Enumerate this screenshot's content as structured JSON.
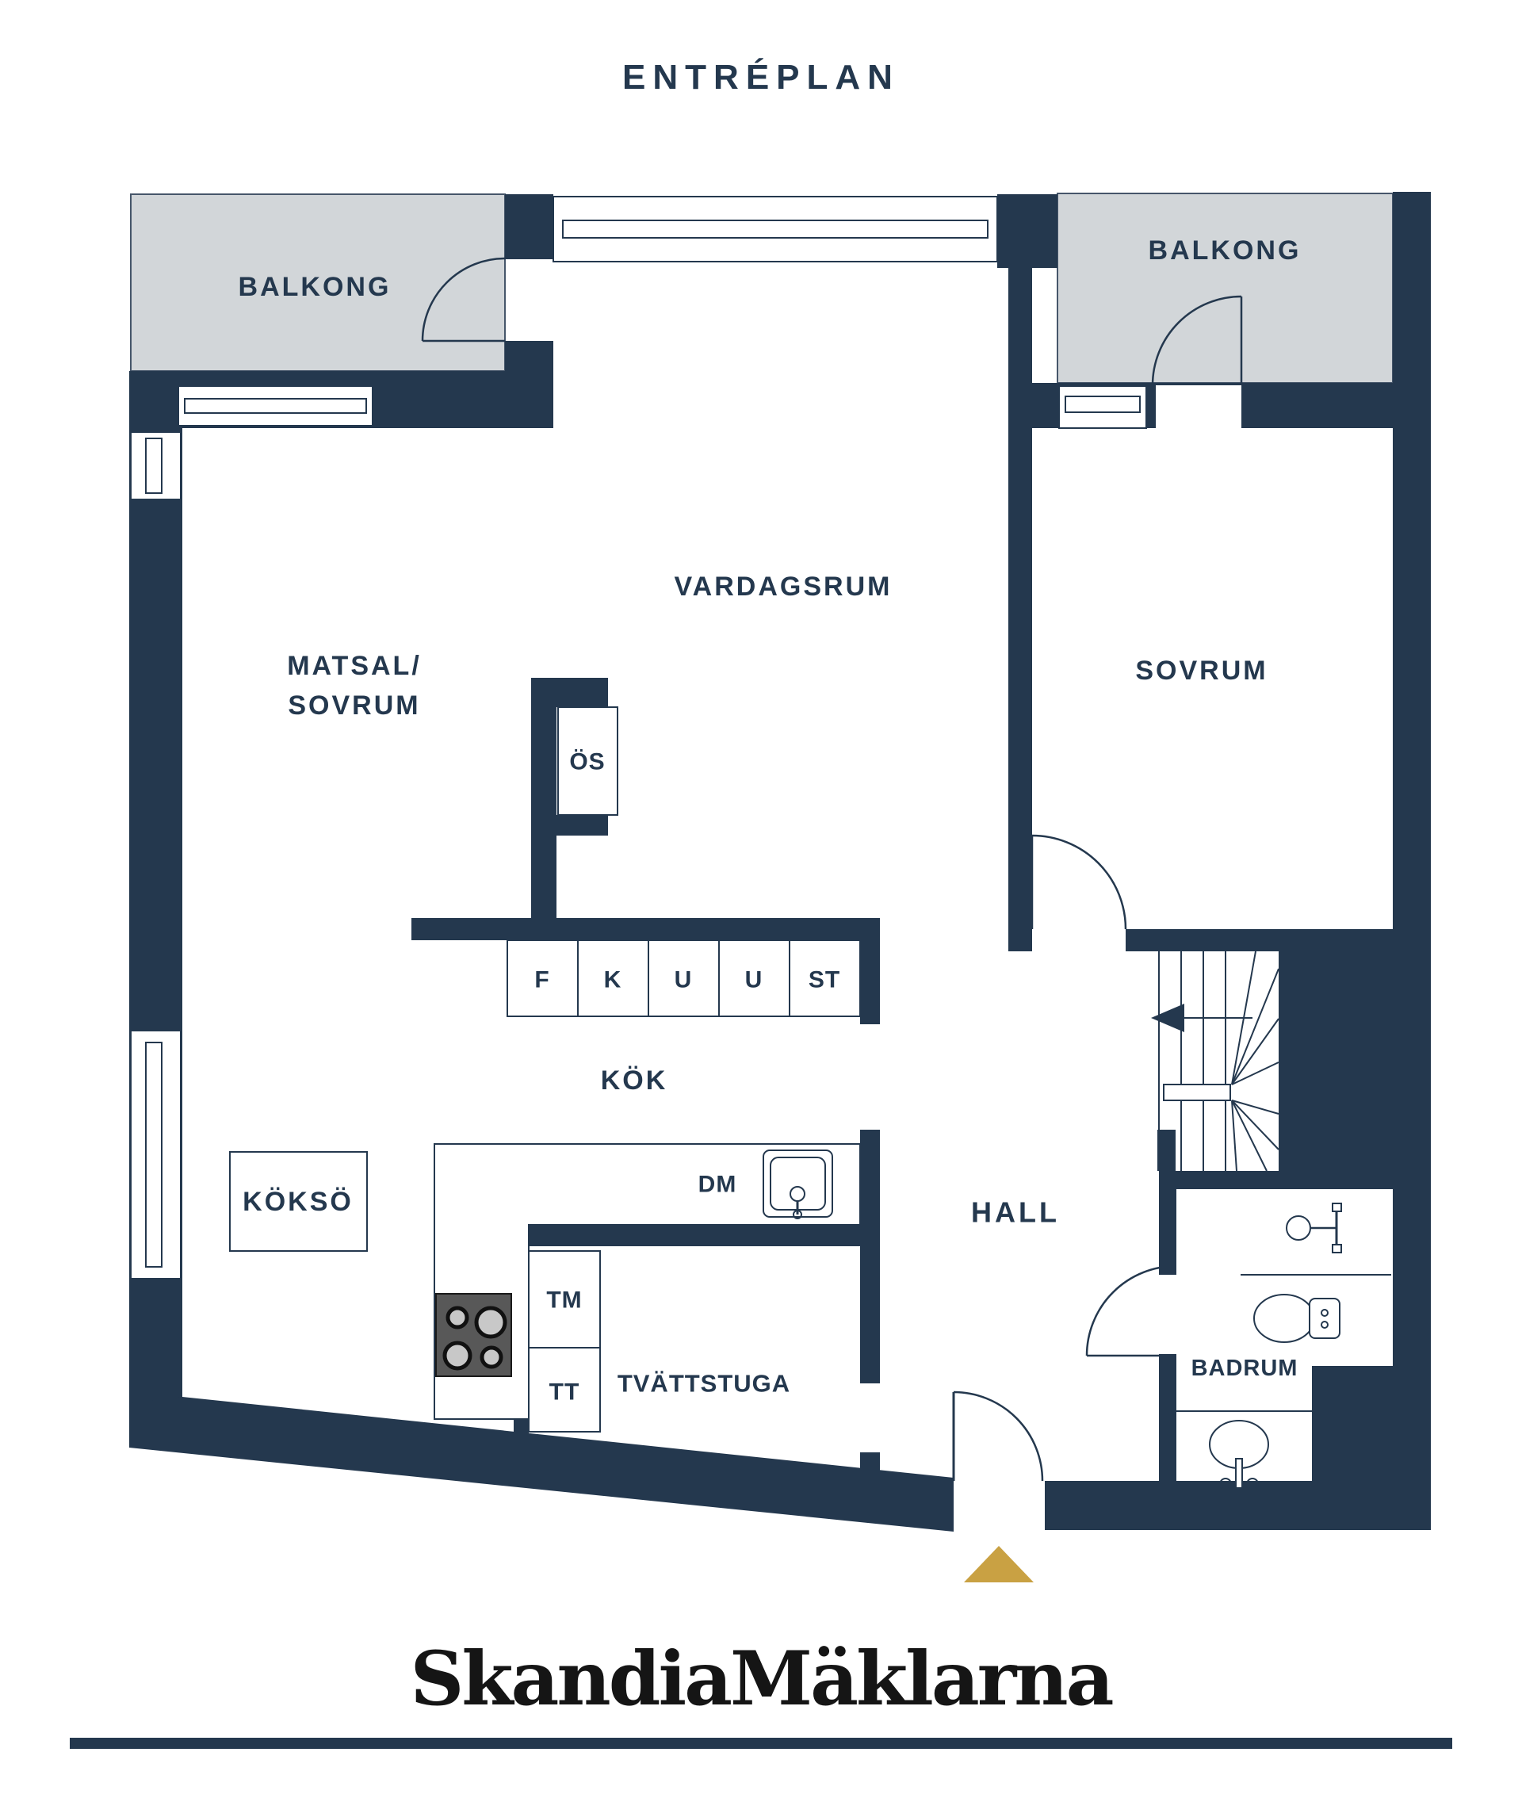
{
  "page_title": "ENTRÉPLAN",
  "colors": {
    "wall_navy": "#24384E",
    "balcony_gray": "#D2D6D9",
    "entrance_gold": "#C9A143",
    "logo_black": "#151515",
    "stove_gray": "#585858"
  },
  "rooms": {
    "balcony_left": "BALKONG",
    "balcony_right": "BALKONG",
    "living": "VARDAGSRUM",
    "dining_line1": "MATSAL/",
    "dining_line2": "SOVRUM",
    "bedroom": "SOVRUM",
    "kitchen": "KÖK",
    "kitchen_island": "KÖKSÖ",
    "hall": "HALL",
    "laundry": "TVÄTTSTUGA",
    "bathroom": "BADRUM"
  },
  "fixtures": {
    "fireplace": "ÖS",
    "dishwasher": "DM",
    "washing_machine": "TM",
    "tumble_dryer": "TT",
    "cabinets": [
      "F",
      "K",
      "U",
      "U",
      "ST"
    ]
  },
  "brand": {
    "name": "SkandiaMäklarna"
  }
}
